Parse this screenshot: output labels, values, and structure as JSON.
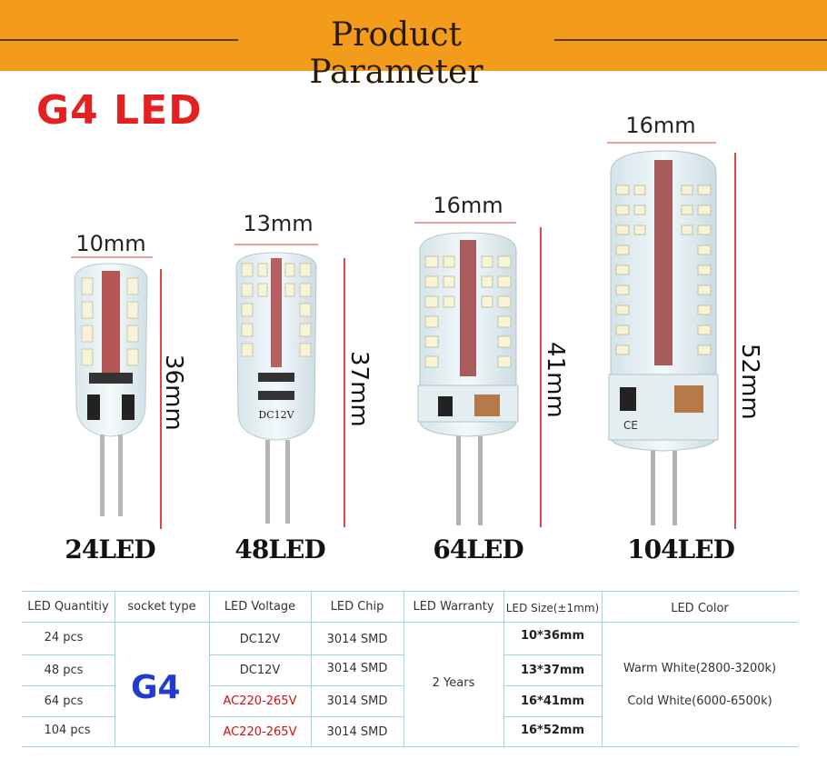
{
  "header": {
    "title": "Product  Parameter"
  },
  "brand": "G4 LED",
  "bulbs": [
    {
      "label": "24LED",
      "width": "10mm",
      "height": "36mm"
    },
    {
      "label": "48LED",
      "width": "13mm",
      "height": "37mm",
      "marking": "DC12V"
    },
    {
      "label": "64LED",
      "width": "16mm",
      "height": "41mm"
    },
    {
      "label": "104LED",
      "width": "16mm",
      "height": "52mm",
      "marking": "CE"
    }
  ],
  "table": {
    "headers": [
      "LED Quantitiy",
      "socket type",
      "LED Voltage",
      "LED Chip",
      "LED Warranty",
      "LED Size(±1mm)",
      "LED Color"
    ],
    "socket": "G4",
    "warranty": "2 Years",
    "colors": [
      "Warm White(2800-3200k)",
      "Cold White(6000-6500k)"
    ],
    "rows": [
      {
        "qty": "24 pcs",
        "voltage": "DC12V",
        "chip": "3014 SMD",
        "size": "10*36mm"
      },
      {
        "qty": "48 pcs",
        "voltage": "DC12V",
        "chip": "3014 SMD",
        "size": "13*37mm"
      },
      {
        "qty": "64 pcs",
        "voltage": "AC220-265V",
        "chip": "3014 SMD",
        "size": "16*41mm"
      },
      {
        "qty": "104 pcs",
        "voltage": "AC220-265V",
        "chip": "3014 SMD",
        "size": "16*52mm"
      }
    ]
  },
  "colors": {
    "header_bg": "#f39c1b",
    "brand": "#e52020",
    "socket": "#1f3bd0",
    "ac_voltage": "#d01010",
    "grid": "#9fd6df"
  }
}
